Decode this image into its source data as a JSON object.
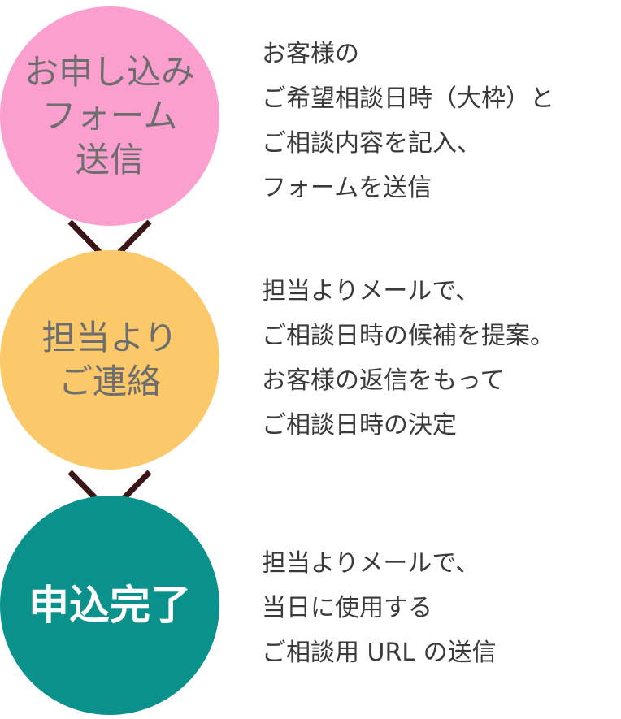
{
  "colors": {
    "step1_fill": "#fb9fcf",
    "step2_fill": "#fbc86a",
    "step3_fill": "#0b918b",
    "arrow": "#3a1416",
    "circle_text_light": "#6e6e6e",
    "circle_text_strong": "#ffffff",
    "description_text": "#3a3a3a"
  },
  "steps": [
    {
      "title_lines": [
        "お申し込み",
        "フォーム",
        "送信"
      ],
      "description_lines": [
        "お客様の",
        "ご希望相談日時（大枠）と",
        "ご相談内容を記入、",
        "フォームを送信"
      ]
    },
    {
      "title_lines": [
        "担当より",
        "ご連絡"
      ],
      "description_lines": [
        "担当よりメールで、",
        "ご相談日時の候補を提案。",
        "お客様の返信をもって",
        "ご相談日時の決定"
      ]
    },
    {
      "title_lines": [
        "申込完了"
      ],
      "description_lines": [
        "担当よりメールで、",
        "当日に使用する",
        "ご相談用 URL の送信"
      ]
    }
  ]
}
